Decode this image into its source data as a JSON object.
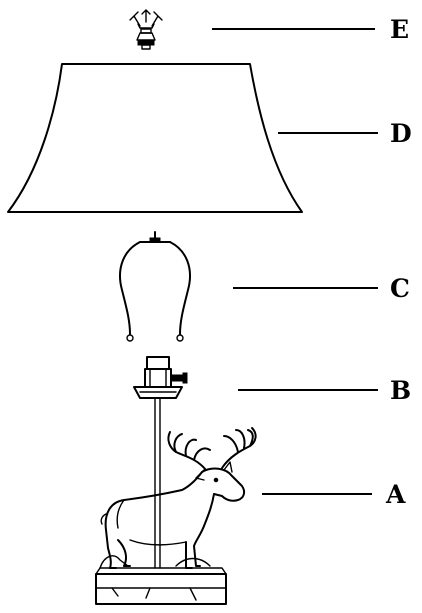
{
  "labels": {
    "finial": "E",
    "shade": "D",
    "harp": "C",
    "socket": "B",
    "base": "A"
  }
}
